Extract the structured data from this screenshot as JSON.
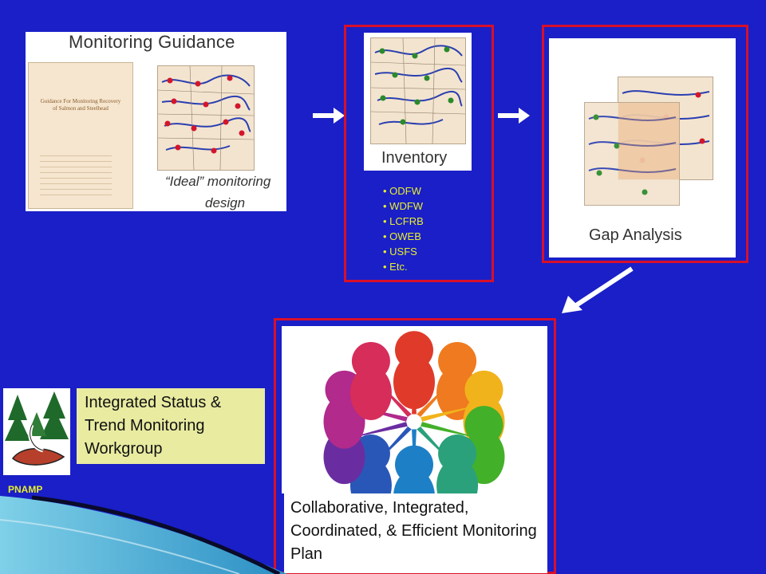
{
  "colors": {
    "background": "#1a1fc7",
    "frame_red": "#d8102a",
    "bullet_yellow": "#e8ef2a",
    "label_box": "#e8eba0"
  },
  "guidance": {
    "title": "Monitoring Guidance",
    "doc_title": "Guidance For Monitoring Recovery of Salmon and Steelhead",
    "caption_line1": "“Ideal” monitoring",
    "caption_line2": "design"
  },
  "inventory": {
    "label": "Inventory",
    "agencies": [
      "ODFW",
      "WDFW",
      "LCFRB",
      "OWEB",
      "USFS",
      "Etc."
    ]
  },
  "gap": {
    "label": "Gap Analysis"
  },
  "plan": {
    "caption": "Collaborative, Integrated, Coordinated, & Efficient Monitoring Plan"
  },
  "workgroup": {
    "name": "Integrated Status & Trend Monitoring Workgroup",
    "logo_text": "PNAMP"
  },
  "people_colors": [
    "#e03a2a",
    "#ef7a1f",
    "#f1b31c",
    "#43b02a",
    "#2aa17b",
    "#1d7fc6",
    "#2957b8",
    "#6a2da1",
    "#b12a8c",
    "#d62d5a"
  ]
}
